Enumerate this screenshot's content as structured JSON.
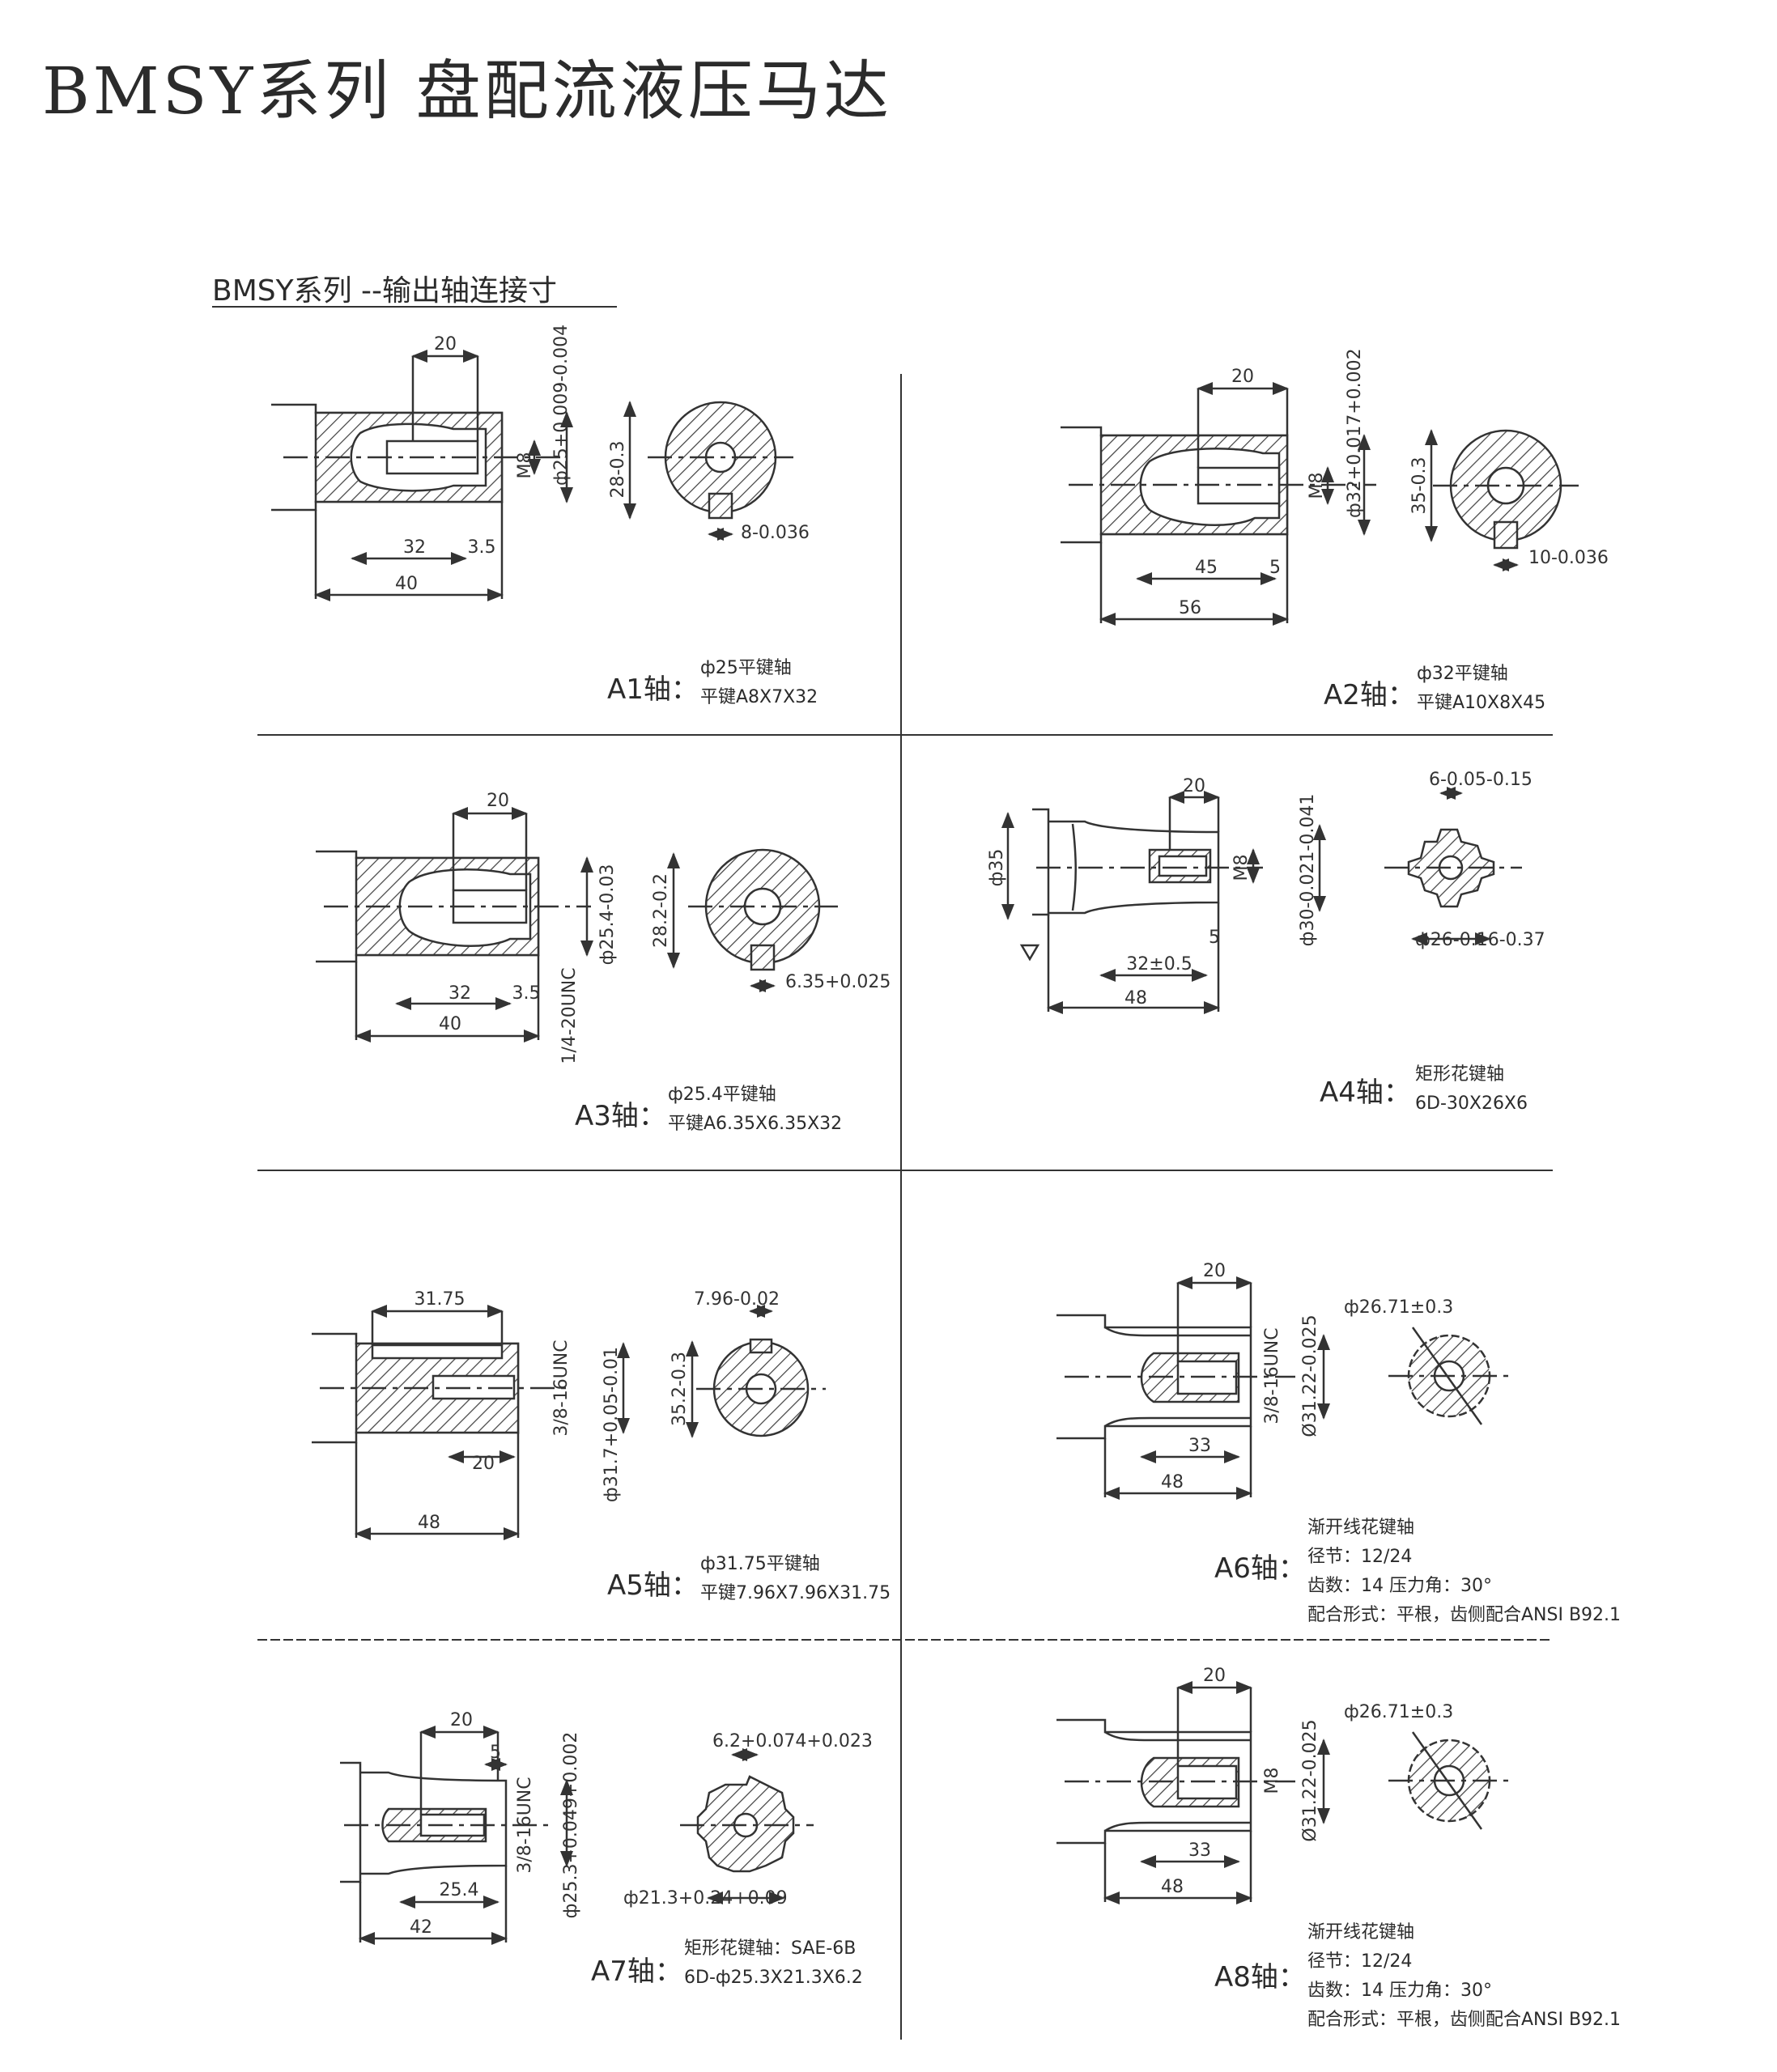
{
  "page": {
    "title": "BMSY系列 盘配流液压马达",
    "section": "BMSY系列 --输出轴连接寸"
  },
  "shafts": [
    {
      "label": "A1轴：",
      "lines": [
        "ф25平键轴",
        "平键A8X7X32"
      ],
      "dims": [
        "20",
        "M8",
        "ф25+0.009-0.004",
        "28-0.3",
        "32",
        "3.5",
        "40",
        "8-0.036"
      ]
    },
    {
      "label": "A2轴：",
      "lines": [
        "ф32平键轴",
        "平键A10X8X45"
      ],
      "dims": [
        "20",
        "M8",
        "ф32+0.017+0.002",
        "35-0.3",
        "45",
        "5",
        "56",
        "10-0.036"
      ]
    },
    {
      "label": "A3轴：",
      "lines": [
        "ф25.4平键轴",
        "平键A6.35X6.35X32"
      ],
      "dims": [
        "20",
        "ф25.4-0.03",
        "28.2-0.2",
        "32",
        "3.5",
        "40",
        "1/4-20UNC",
        "6.35+0.025"
      ]
    },
    {
      "label": "A4轴：",
      "lines": [
        "矩形花键轴",
        "6D-30X26X6"
      ],
      "dims": [
        "20",
        "ф35",
        "M8",
        "ф30-0.021-0.041",
        "5",
        "32±0.5",
        "48",
        "6-0.05-0.15",
        "ф26-0.16-0.37"
      ]
    },
    {
      "label": "A5轴：",
      "lines": [
        "ф31.75平键轴",
        "平键7.96X7.96X31.75"
      ],
      "dims": [
        "31.75",
        "3/8-16UNC",
        "ф31.7+0.05-0.01",
        "35.2-0.3",
        "7.96-0.02",
        "20",
        "48"
      ]
    },
    {
      "label": "A6轴：",
      "lines": [
        "渐开线花键轴",
        "径节：12/24",
        "齿数：14 压力角：30°",
        "配合形式：平根，齿侧配合ANSI B92.1"
      ],
      "dims": [
        "20",
        "ф26.71±0.3",
        "3/8-16UNC",
        "Ø31.22-0.025",
        "33",
        "48"
      ]
    },
    {
      "label": "A7轴：",
      "lines": [
        "矩形花键轴：SAE-6B",
        "6D-ф25.3X21.3X6.2"
      ],
      "dims": [
        "20",
        "5",
        "3/8-16UNC",
        "ф25.3+0.049+0.002",
        "25.4",
        "42",
        "6.2+0.074+0.023",
        "ф21.3+0.24+0.09"
      ]
    },
    {
      "label": "A8轴：",
      "lines": [
        "渐开线花键轴",
        "径节：12/24",
        "齿数：14 压力角：30°",
        "配合形式：平根，齿侧配合ANSI B92.1"
      ],
      "dims": [
        "20",
        "ф26.71±0.3",
        "M8",
        "Ø31.22-0.025",
        "33",
        "48"
      ]
    }
  ]
}
